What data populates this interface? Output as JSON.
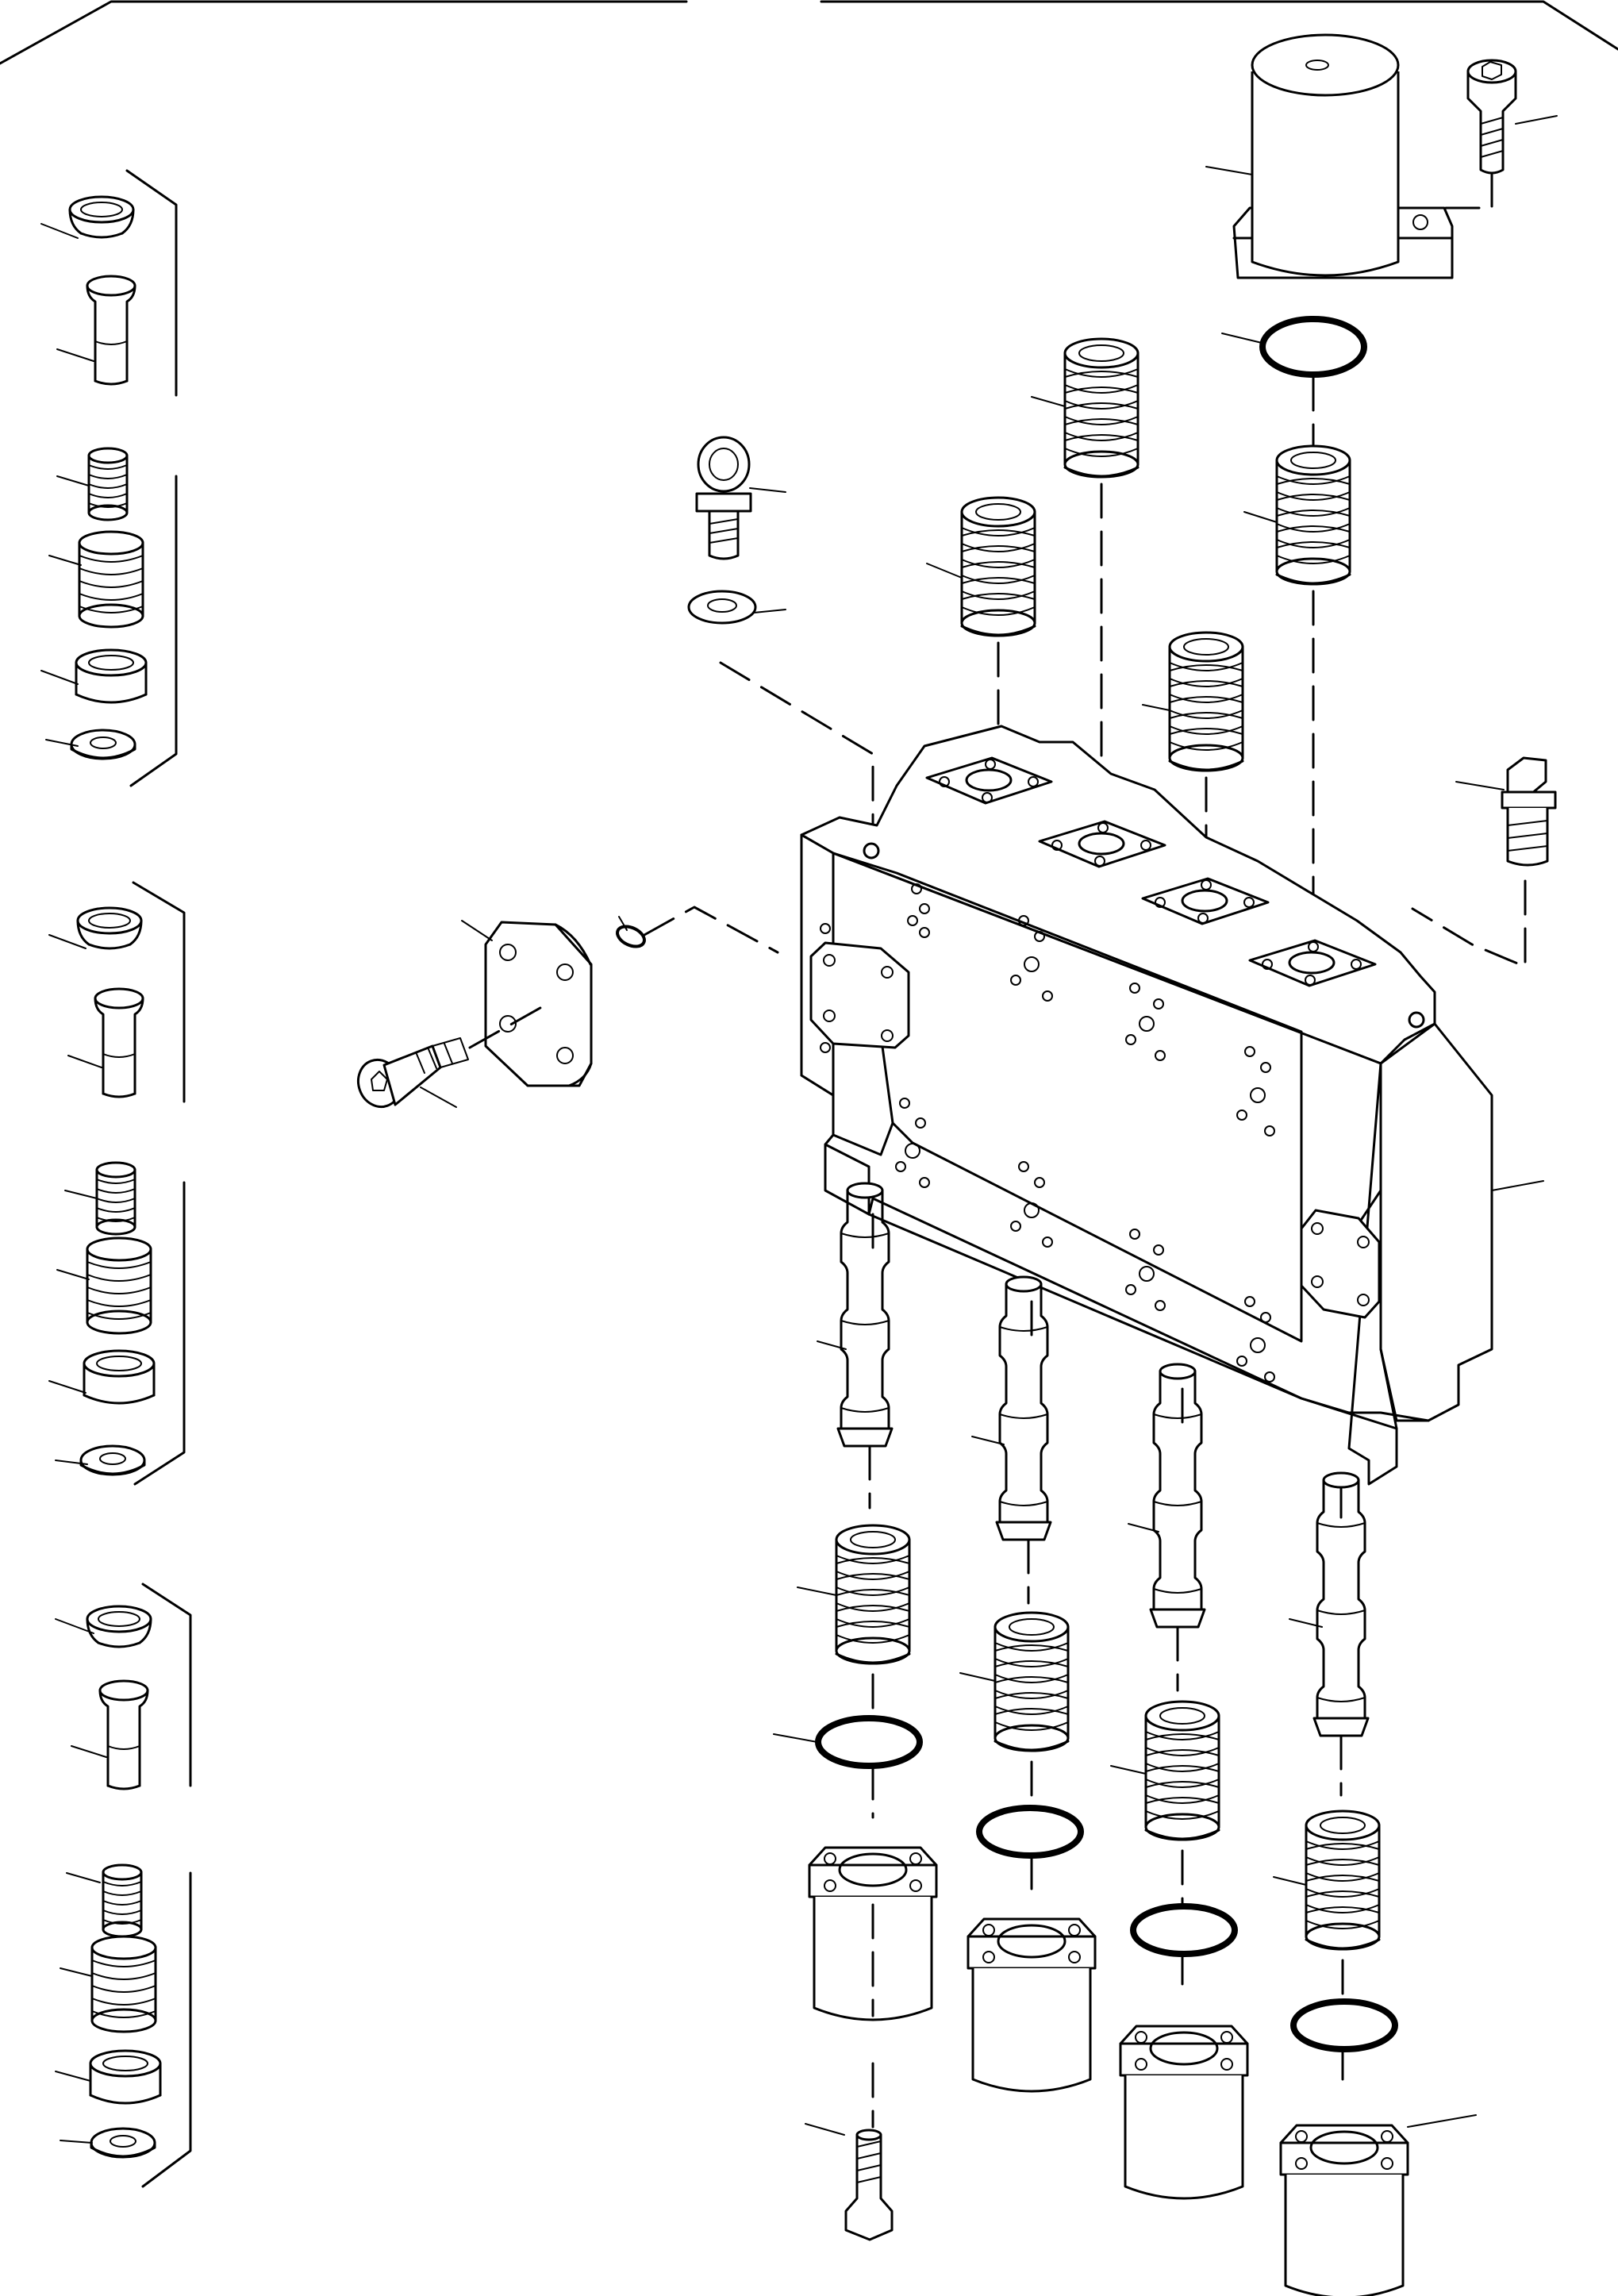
{
  "drawing": {
    "kind": "exploded-parts-view",
    "line_color": "#000000",
    "background": "#ffffff",
    "callout_labels": []
  },
  "groups": {
    "left_side_kits": 3,
    "main_valve_body": 1,
    "top_spring_assemblies": 4,
    "bottom_spool_assemblies": 4,
    "bottom_caps": 4
  }
}
